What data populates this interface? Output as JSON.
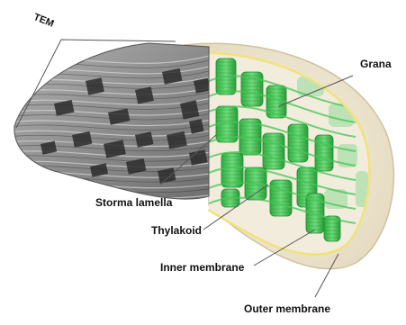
{
  "labels": {
    "tem": "TEM",
    "grana": "Grana",
    "stroma_lamella": "Storma lamella",
    "thylakoid": "Thylakoid",
    "inner_membrane": "Inner membrane",
    "outer_membrane": "Outer membrane"
  },
  "colors": {
    "tem_gray": "#8a8a8a",
    "tem_dark": "#2b2b2b",
    "grana_green": "#3cc04e",
    "grana_light": "#8fe39a",
    "envelope": "#efe6cf",
    "inner_membrane_yellow": "#f2e27a",
    "leader": "#555555"
  }
}
